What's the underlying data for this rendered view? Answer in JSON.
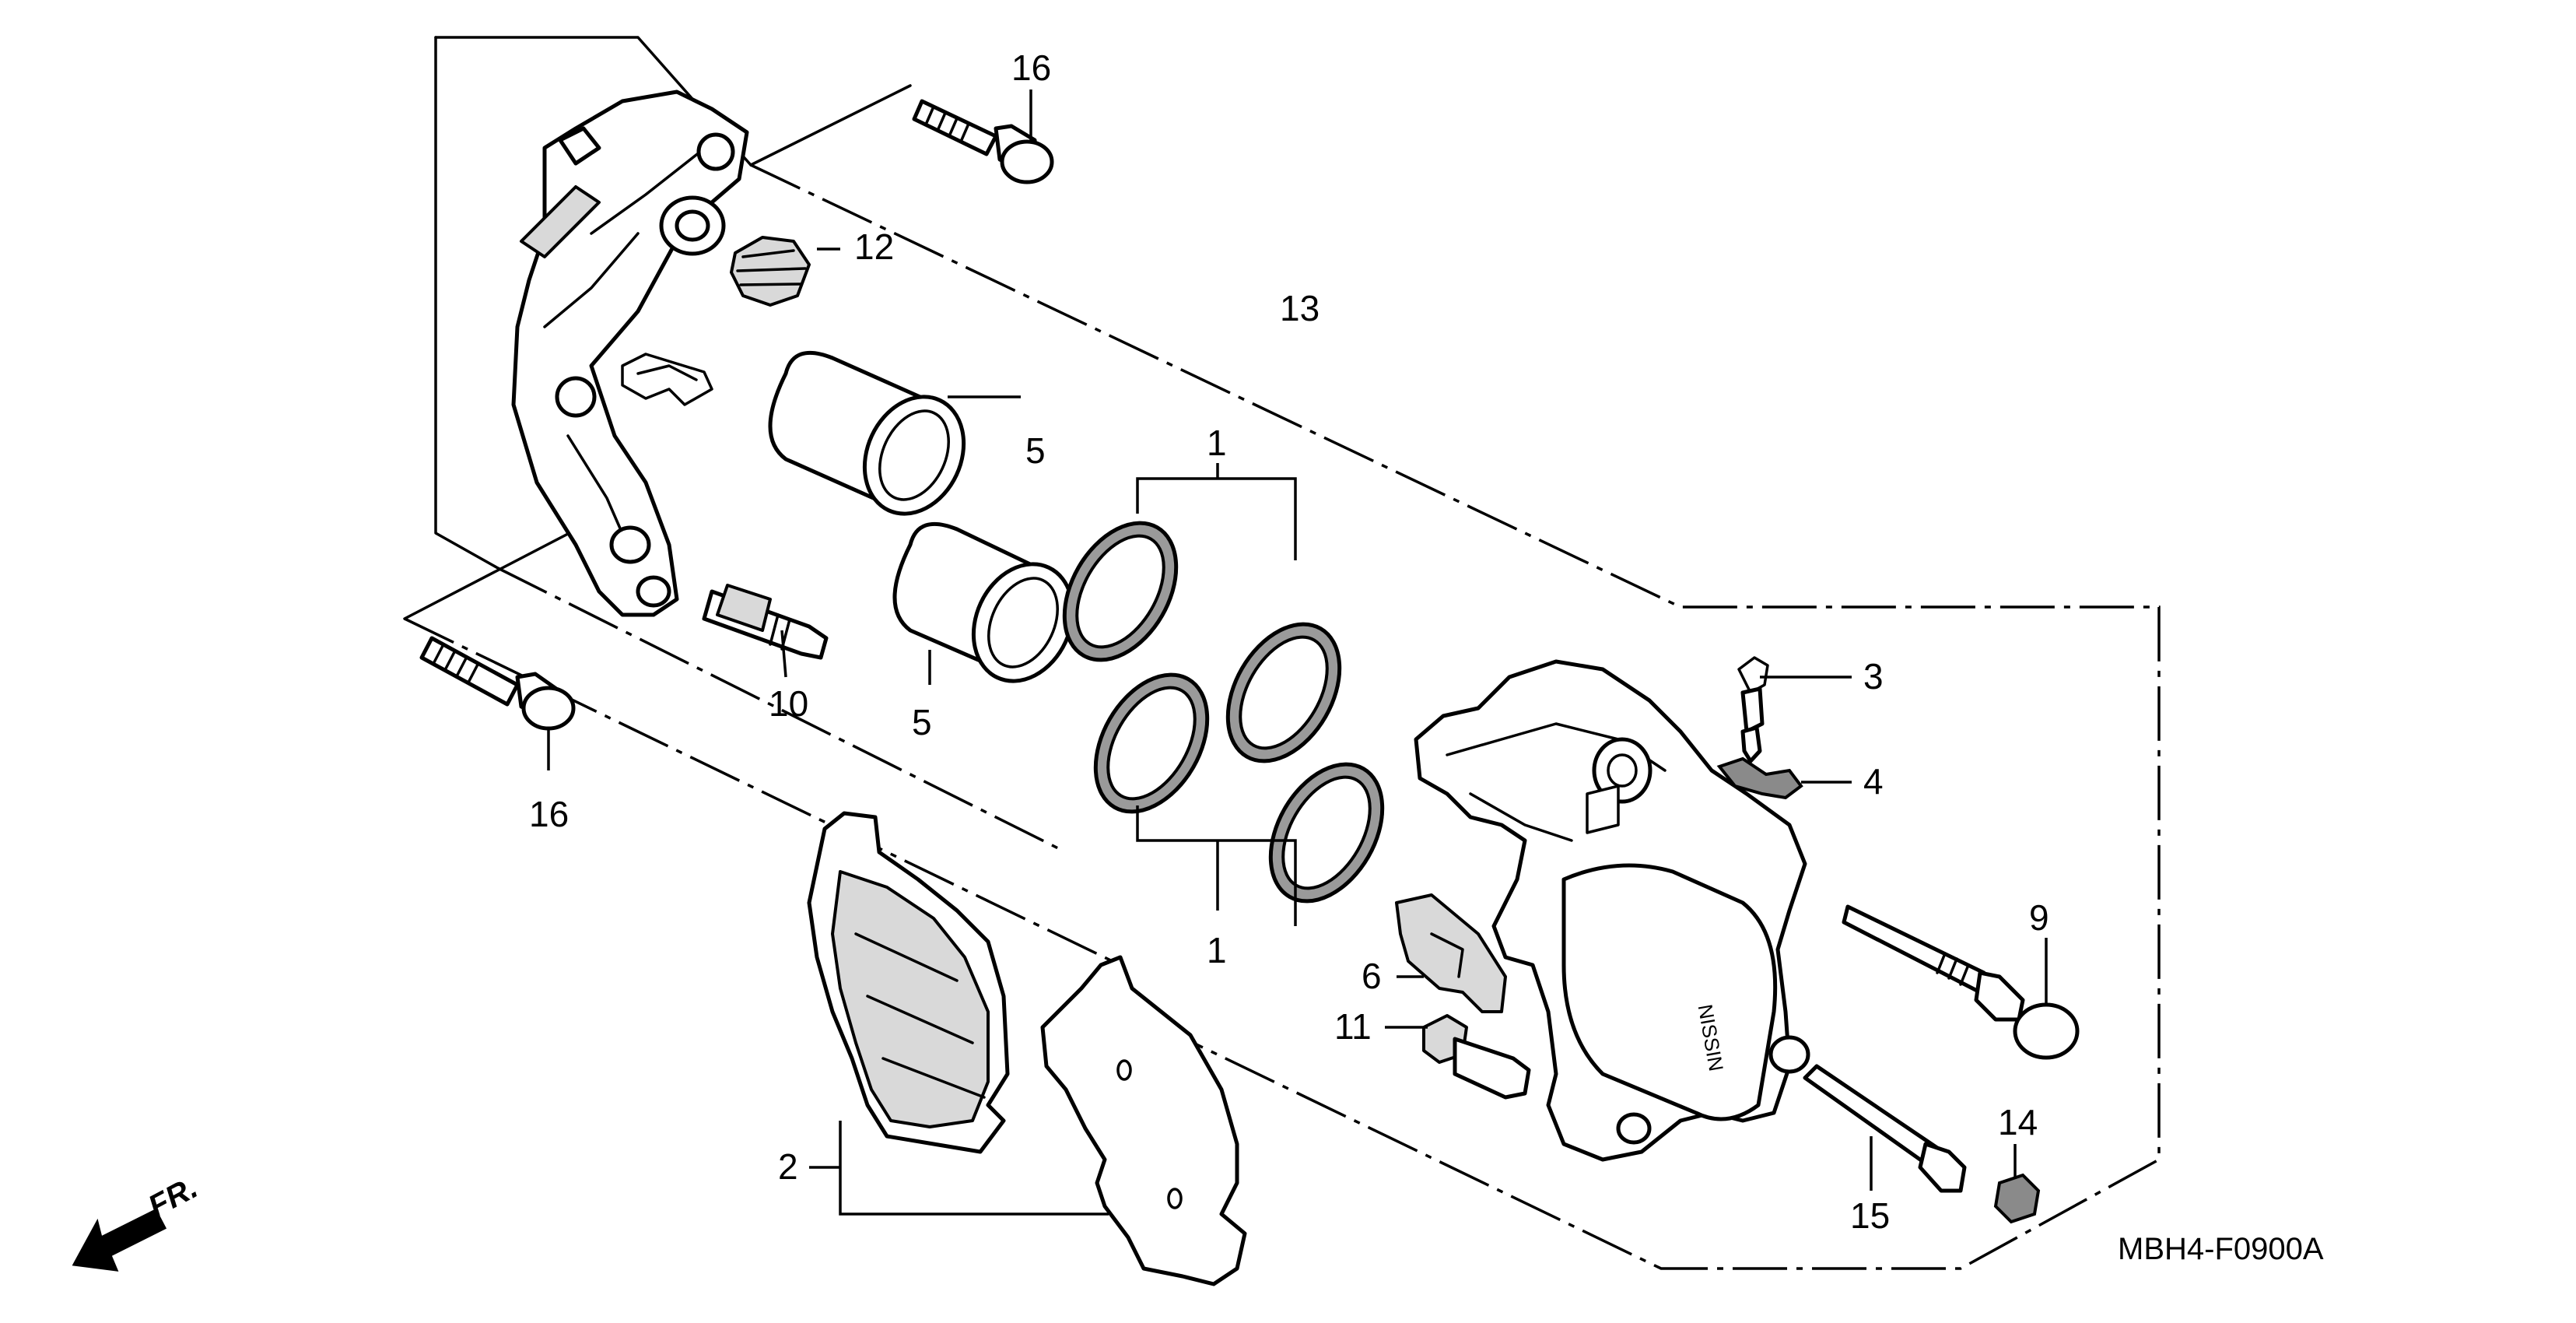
{
  "diagram": {
    "drawing_code": "MBH4-F0900A",
    "direction_label": "FR.",
    "brand_mark": "NISSIN",
    "callouts": {
      "c1a": "1",
      "c1b": "1",
      "c2": "2",
      "c3": "3",
      "c4": "4",
      "c5a": "5",
      "c5b": "5",
      "c6": "6",
      "c9": "9",
      "c10": "10",
      "c11": "11",
      "c12": "12",
      "c13": "13",
      "c14": "14",
      "c15": "15",
      "c16a": "16",
      "c16b": "16"
    }
  }
}
